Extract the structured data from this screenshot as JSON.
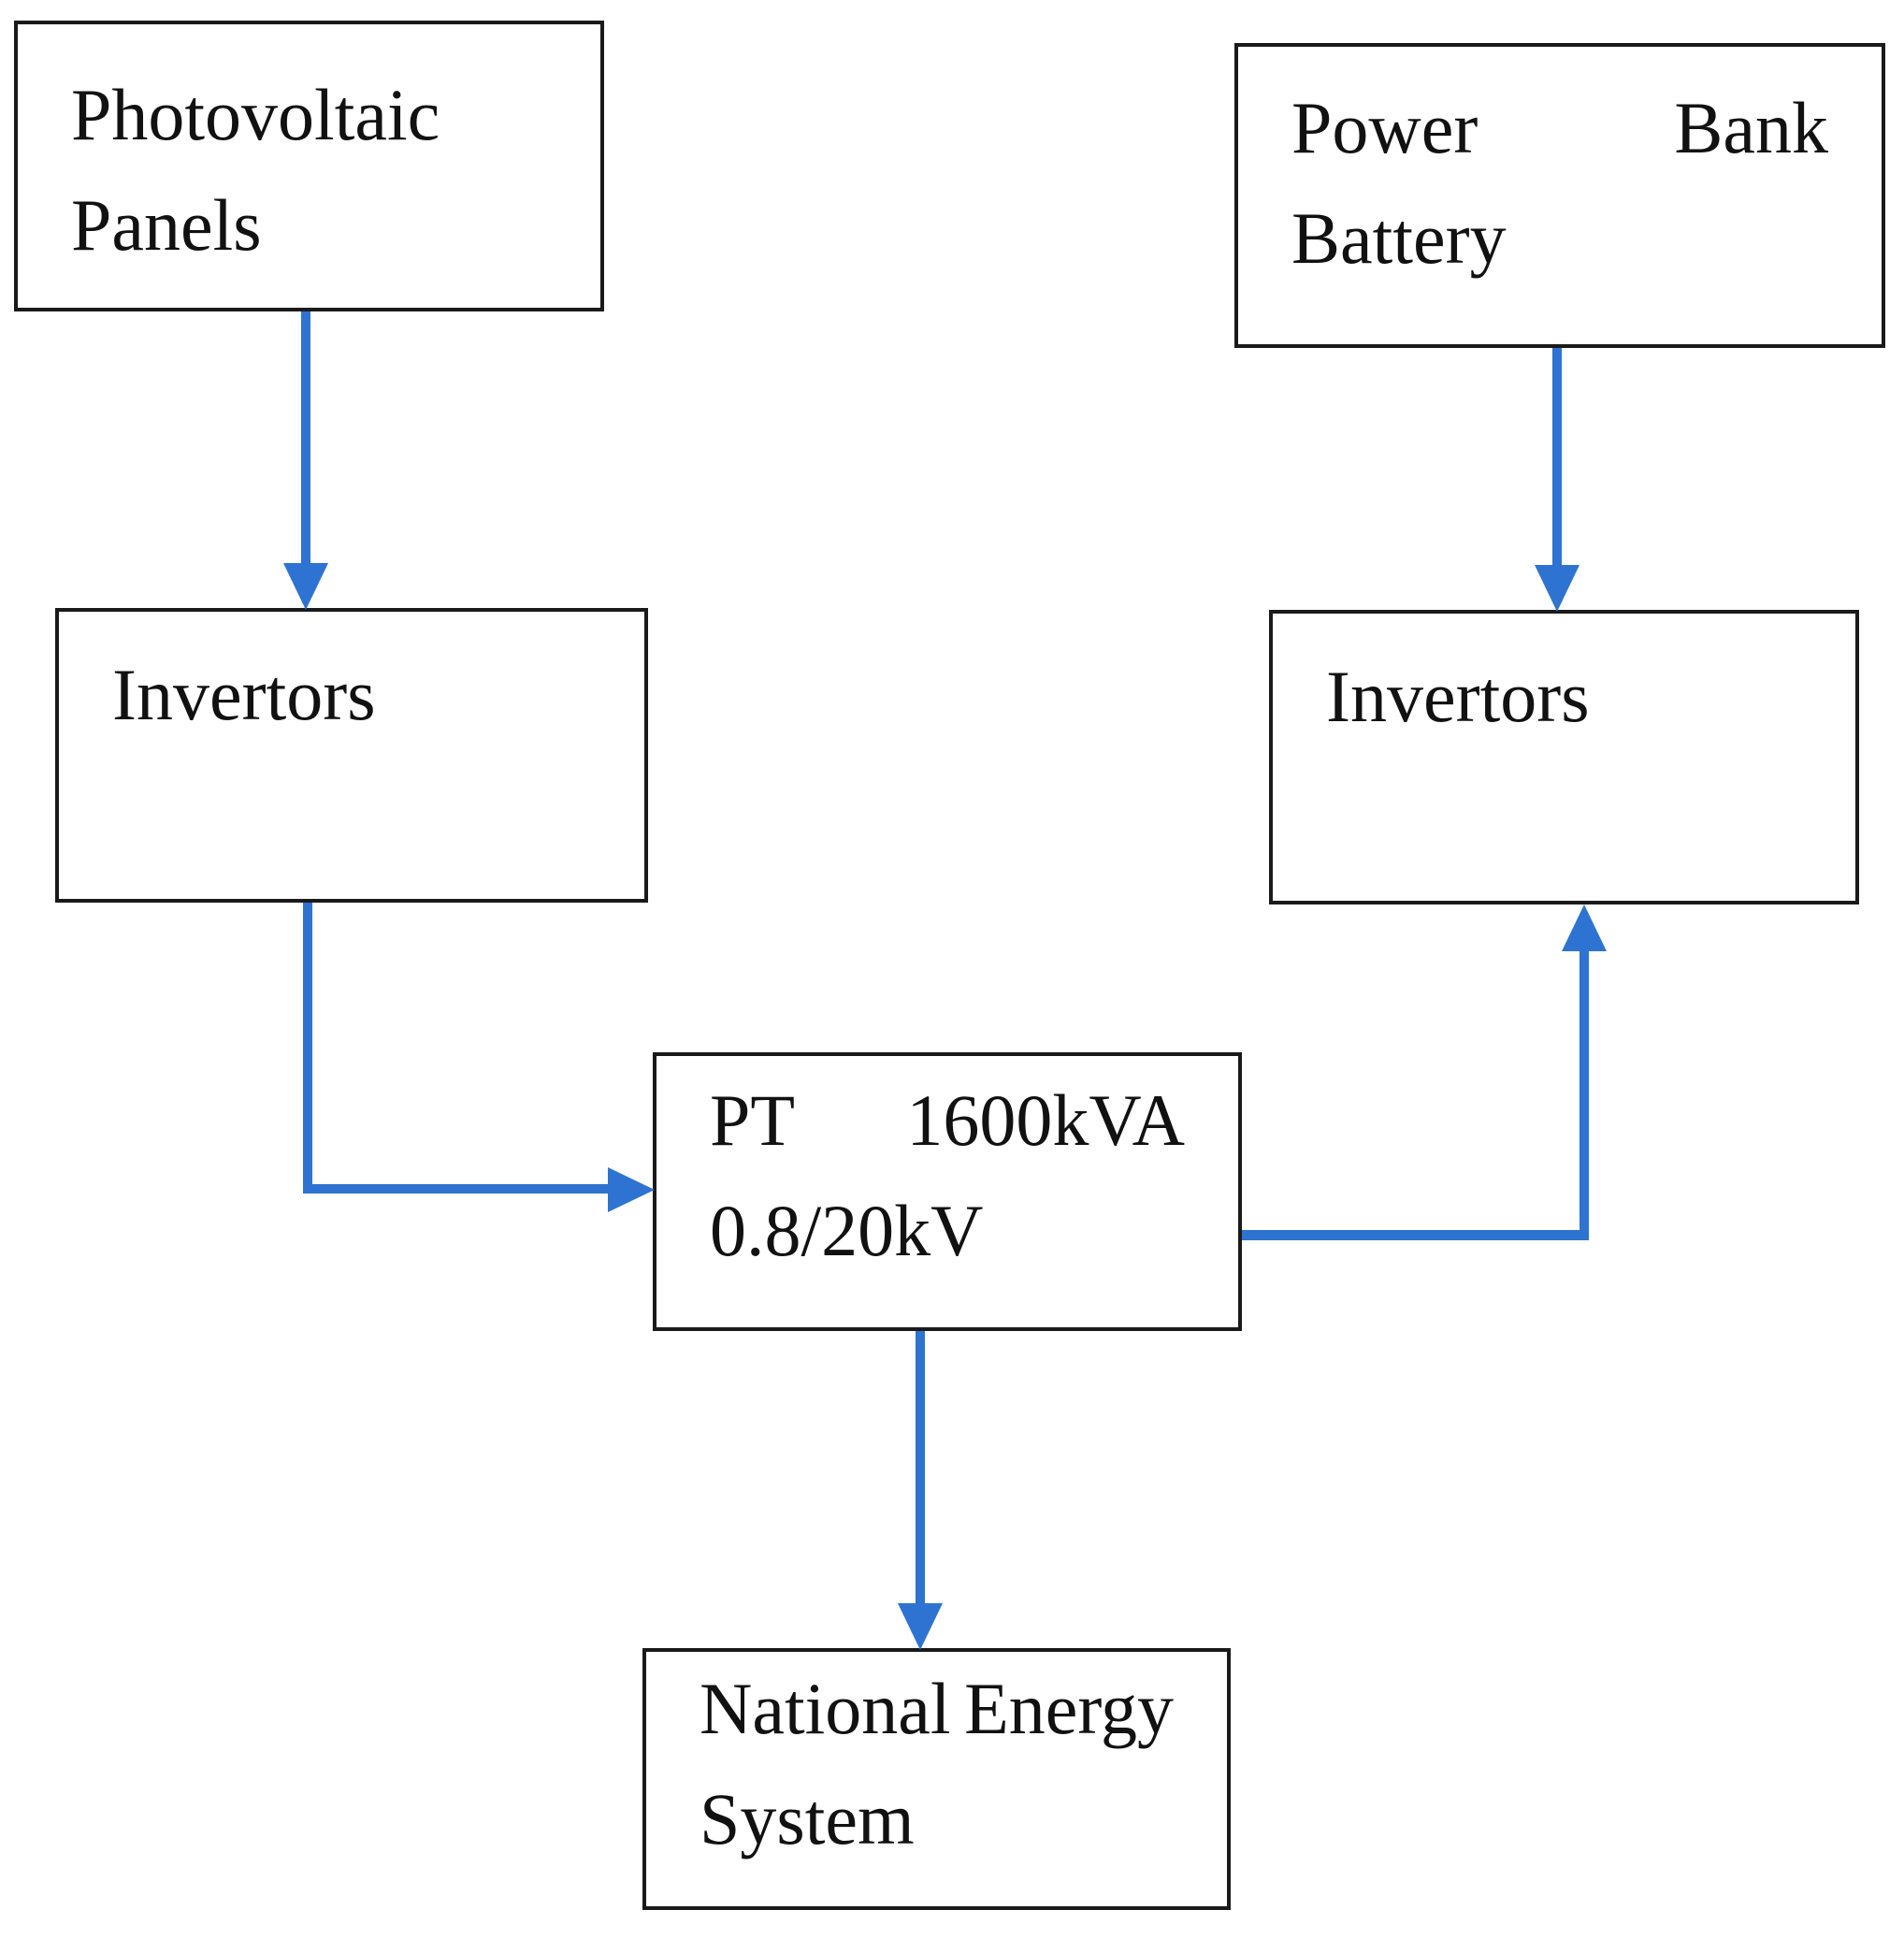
{
  "diagram": {
    "boxes": {
      "photovoltaic": {
        "line1": "Photovoltaic",
        "line2": "Panels"
      },
      "power_bank": {
        "line1_left": "Power",
        "line1_right": "Bank",
        "line2": "Battery"
      },
      "invertors_left": {
        "label": "Invertors"
      },
      "invertors_right": {
        "label": "Invertors"
      },
      "pt": {
        "line1_left": "PT",
        "line1_right": "1600kVA",
        "line2": "0.8/20kV"
      },
      "national": {
        "line1_left": "National",
        "line1_right": "Energy",
        "line2": "System"
      }
    },
    "arrows": [
      {
        "from": "photovoltaic",
        "to": "invertors_left"
      },
      {
        "from": "power_bank",
        "to": "invertors_right"
      },
      {
        "from": "invertors_left",
        "to": "pt"
      },
      {
        "from": "pt",
        "to": "invertors_right"
      },
      {
        "from": "pt",
        "to": "national"
      }
    ],
    "colors": {
      "arrow": "#2E73D1",
      "border": "#1A1A1A",
      "text": "#111111",
      "background": "#FFFFFF"
    }
  }
}
